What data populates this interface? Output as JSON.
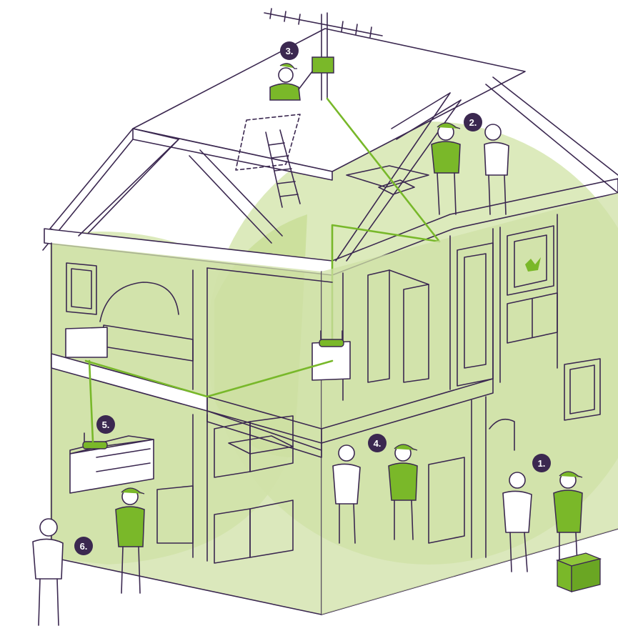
{
  "colors": {
    "outline": "#3b2850",
    "accent_green": "#7ab829",
    "wash_green": "#cfe0a6",
    "badge": "#3b2850"
  },
  "steps": [
    {
      "label": "1."
    },
    {
      "label": "2."
    },
    {
      "label": "3."
    },
    {
      "label": "4."
    },
    {
      "label": "5."
    },
    {
      "label": "6."
    }
  ],
  "icons": [
    "antenna-icon",
    "router-icon",
    "ladder-icon",
    "box-icon",
    "picture-frame-icon"
  ]
}
